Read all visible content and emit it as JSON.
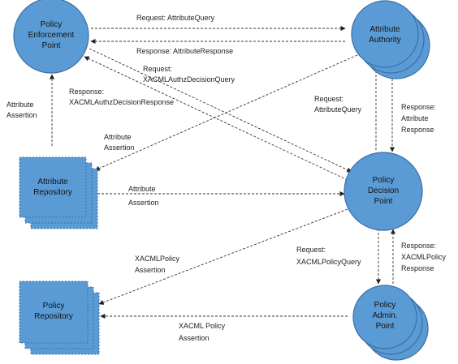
{
  "nodes": {
    "pep": [
      "Policy",
      "Enforcement",
      "Point"
    ],
    "aa": [
      "Attribute",
      "Authority"
    ],
    "pdp": [
      "Policy",
      "Decision",
      "Point"
    ],
    "ar": [
      "Attribute",
      "Repository"
    ],
    "pr": [
      "Policy",
      "Repository"
    ],
    "pap": [
      "Policy",
      "Admin.",
      "Point"
    ]
  },
  "edges": {
    "req_attr_query_top": "Request: AttributeQuery",
    "resp_attr_response_top": "Response: AttributeResponse",
    "req_xacml_authz_query": [
      "Request:",
      "XACMLAuthzDecisionQuery"
    ],
    "resp_xacml_authz_response": [
      "Response:",
      "XACMLAuthzDecisionResponse"
    ],
    "attr_assertion_left": [
      "Attribute",
      "Assertion"
    ],
    "attr_assertion_mid": [
      "Attribute",
      "Assertion"
    ],
    "req_attr_query_right": [
      "Request:",
      "AttributeQuery"
    ],
    "resp_attr_response_right": [
      "Response:",
      "Attribute",
      "Response"
    ],
    "attr_assertion_ar_pdp": [
      "Attribute",
      "Assertion"
    ],
    "xacml_policy_assertion": [
      "XACMLPolicy",
      "Assertion"
    ],
    "req_xacml_policy_query": [
      "Request:",
      "XACMLPolicyQuery"
    ],
    "resp_xacml_policy_response": [
      "Response:",
      "XACMLPolicy",
      "Response"
    ],
    "xacml_policy_assertion_bottom": [
      "XACML Policy",
      "Assertion"
    ]
  }
}
